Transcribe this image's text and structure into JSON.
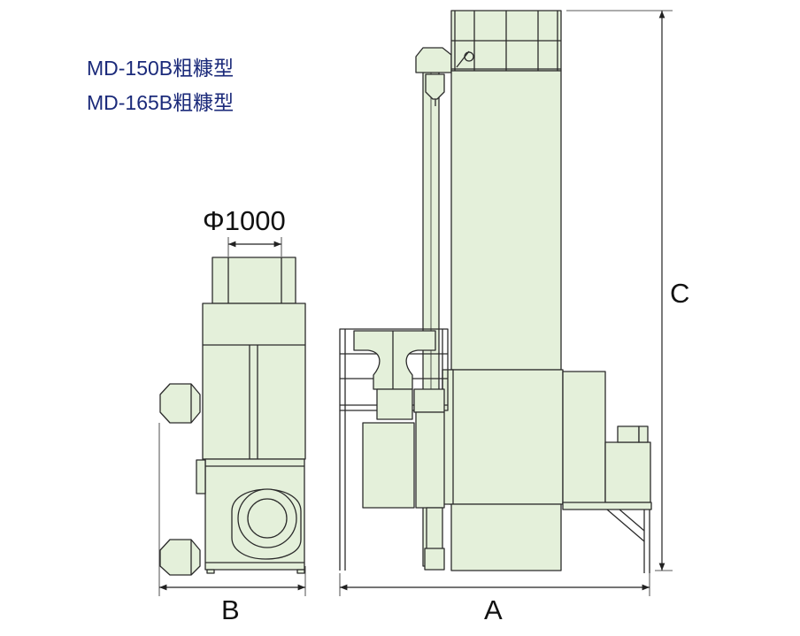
{
  "models": [
    "MD-150B粗糠型",
    "MD-165B粗糠型"
  ],
  "dimensions": {
    "diameter": "Φ1000",
    "width_side": "B",
    "width_front": "A",
    "height": "C"
  },
  "colors": {
    "machine_fill": "#e4f0da",
    "outline": "#2b2b2b",
    "model_text": "#1b2a7a"
  }
}
